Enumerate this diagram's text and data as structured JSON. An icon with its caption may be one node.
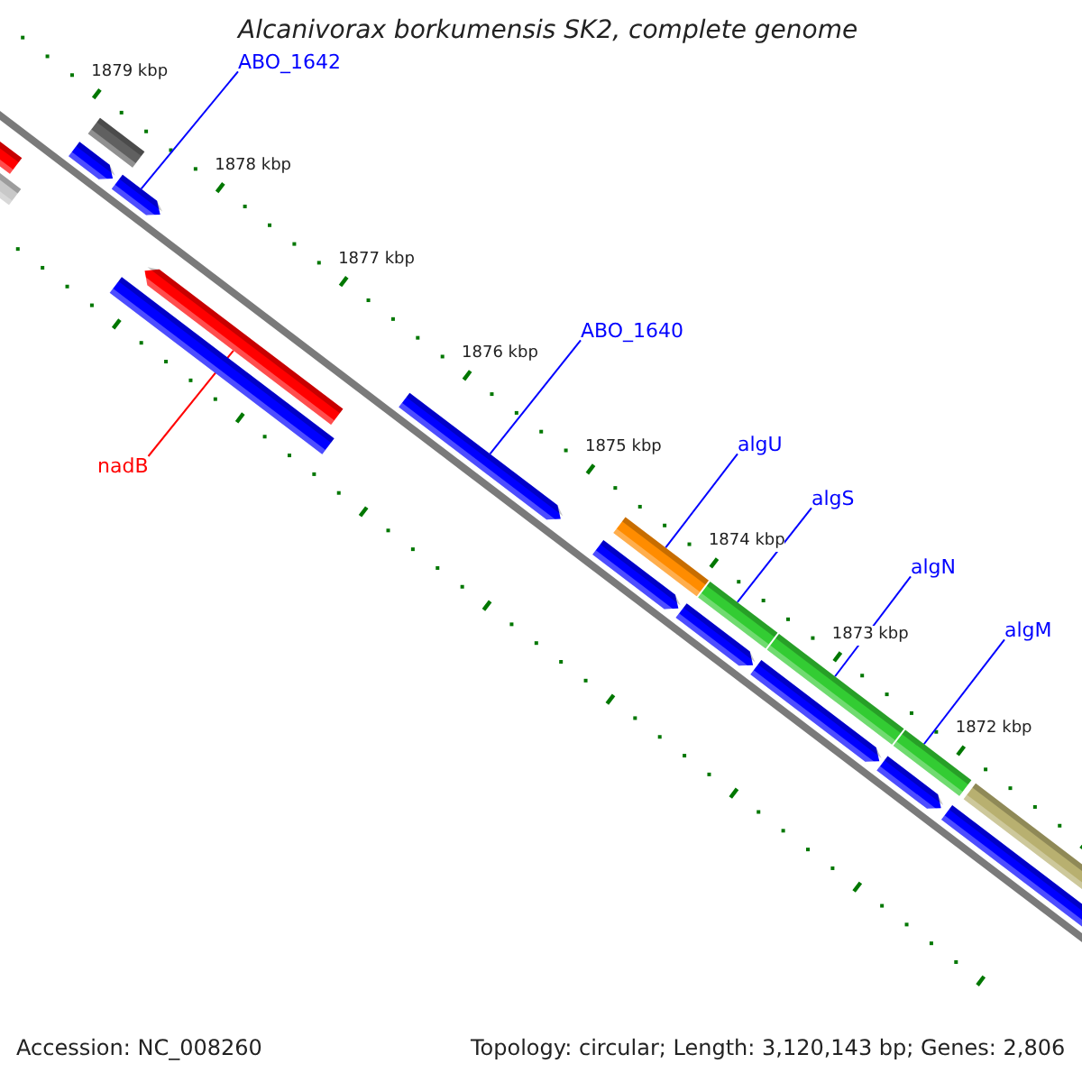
{
  "diagram": {
    "title": "Alcanivorax borkumensis SK2, complete genome",
    "nodes": [
      {
        "text": [
          "ABO_1642"
        ]
      },
      {
        "text": [
          "ABO_1640"
        ]
      },
      {
        "text": [
          "algU"
        ]
      },
      {
        "text": [
          "nadB"
        ]
      },
      {
        "text": [
          "algS"
        ]
      },
      {
        "text": [
          "algN"
        ]
      },
      {
        "text": [
          "algM"
        ]
      },
      {
        "text": [],
        "shape": "bar"
      },
      {
        "text": [],
        "shape": "bar"
      },
      {
        "text": [],
        "shape": "bar"
      },
      {
        "text": [],
        "shape": "bar"
      },
      {
        "text": [],
        "shape": "bar"
      },
      {
        "text": [],
        "shape": "bar"
      },
      {
        "text": [],
        "shape": "bar"
      },
      {
        "text": [],
        "shape": "bar"
      },
      {
        "text": [],
        "shape": "bar"
      },
      {
        "text": [],
        "shape": "bar"
      },
      {
        "text": [],
        "shape": "bar"
      },
      {
        "text": [],
        "shape": "bar"
      },
      {
        "text": [],
        "shape": "bar"
      },
      {
        "text": [],
        "shape": "bar"
      },
      {
        "text": [],
        "shape": "bar"
      },
      {
        "text": [],
        "shape": "bar"
      },
      {
        "text": [],
        "shape": "bar"
      },
      {
        "text": [],
        "shape": "bar"
      }
    ],
    "edges": [
      {
        "from": 0,
        "to": 11,
        "arrow": "none"
      },
      {
        "from": 1,
        "to": 14,
        "arrow": "none"
      },
      {
        "from": 2,
        "to": 16,
        "arrow": "none"
      },
      {
        "from": 3,
        "to": 13,
        "arrow": "none",
        "color": "#ff0000"
      },
      {
        "from": 4,
        "to": 18,
        "arrow": "none"
      },
      {
        "from": 5,
        "to": 20,
        "arrow": "none"
      },
      {
        "from": 6,
        "to": 22,
        "arrow": "none"
      }
    ],
    "labels": [
      "1879 kbp",
      "1878 kbp",
      "1877 kbp",
      "1876 kbp",
      "1875 kbp",
      "1874 kbp",
      "1873 kbp",
      "1872 kbp",
      "Accession: NC_008260",
      "Topology: circular; Length: 3,120,143 bp; Genes: 2,806"
    ]
  }
}
